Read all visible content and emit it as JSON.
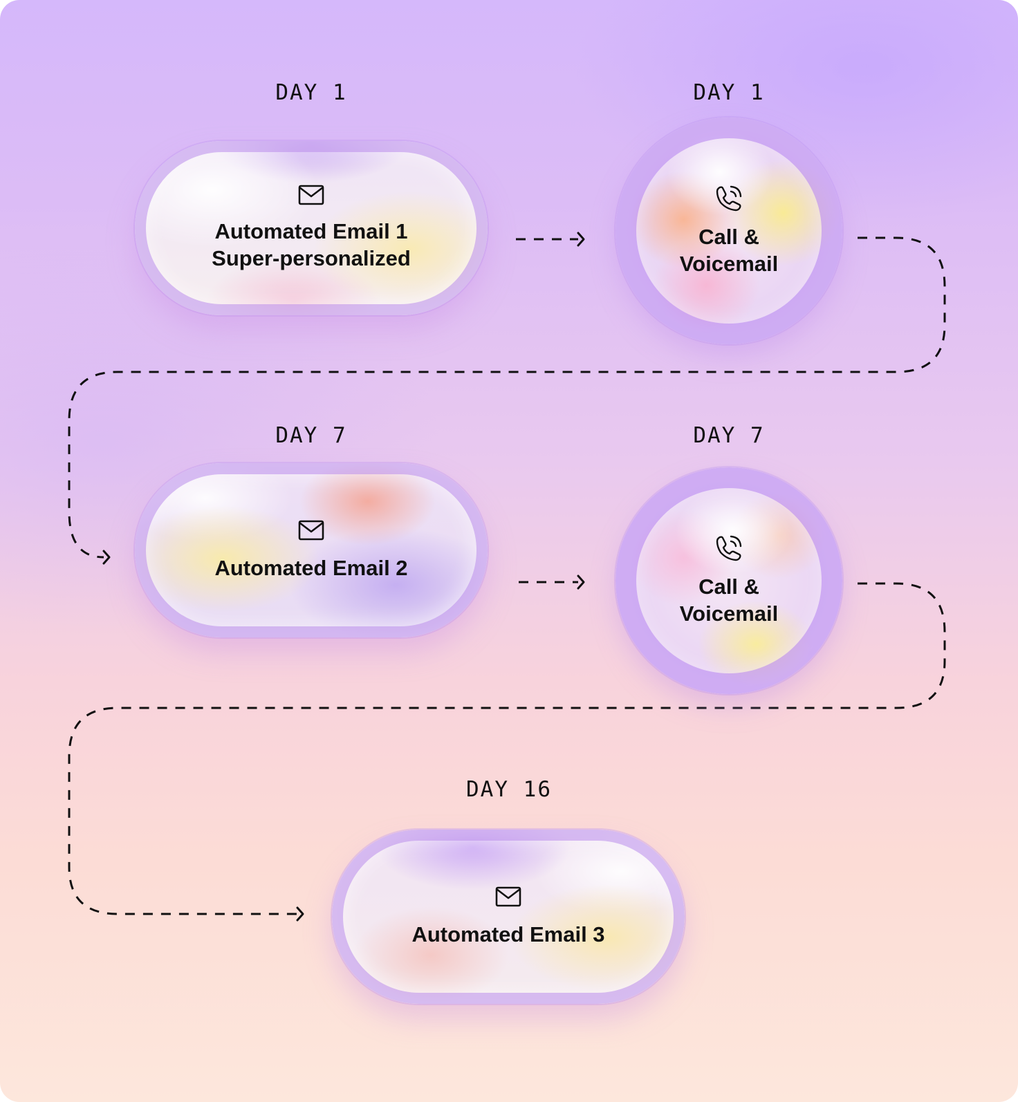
{
  "steps": [
    {
      "day": "DAY 1",
      "lines": [
        "Automated Email 1",
        "Super-personalized"
      ],
      "icon": "envelope-icon"
    },
    {
      "day": "DAY 1",
      "lines": [
        "Call &",
        "Voicemail"
      ],
      "icon": "phone-icon"
    },
    {
      "day": "DAY 7",
      "lines": [
        "Automated Email 2"
      ],
      "icon": "envelope-icon"
    },
    {
      "day": "DAY 7",
      "lines": [
        "Call &",
        "Voicemail"
      ],
      "icon": "phone-icon"
    },
    {
      "day": "DAY 16",
      "lines": [
        "Automated Email 3"
      ],
      "icon": "envelope-icon"
    }
  ],
  "colors": {
    "text": "#111111",
    "connector": "#111111",
    "node_ring": "#b98ceb"
  }
}
